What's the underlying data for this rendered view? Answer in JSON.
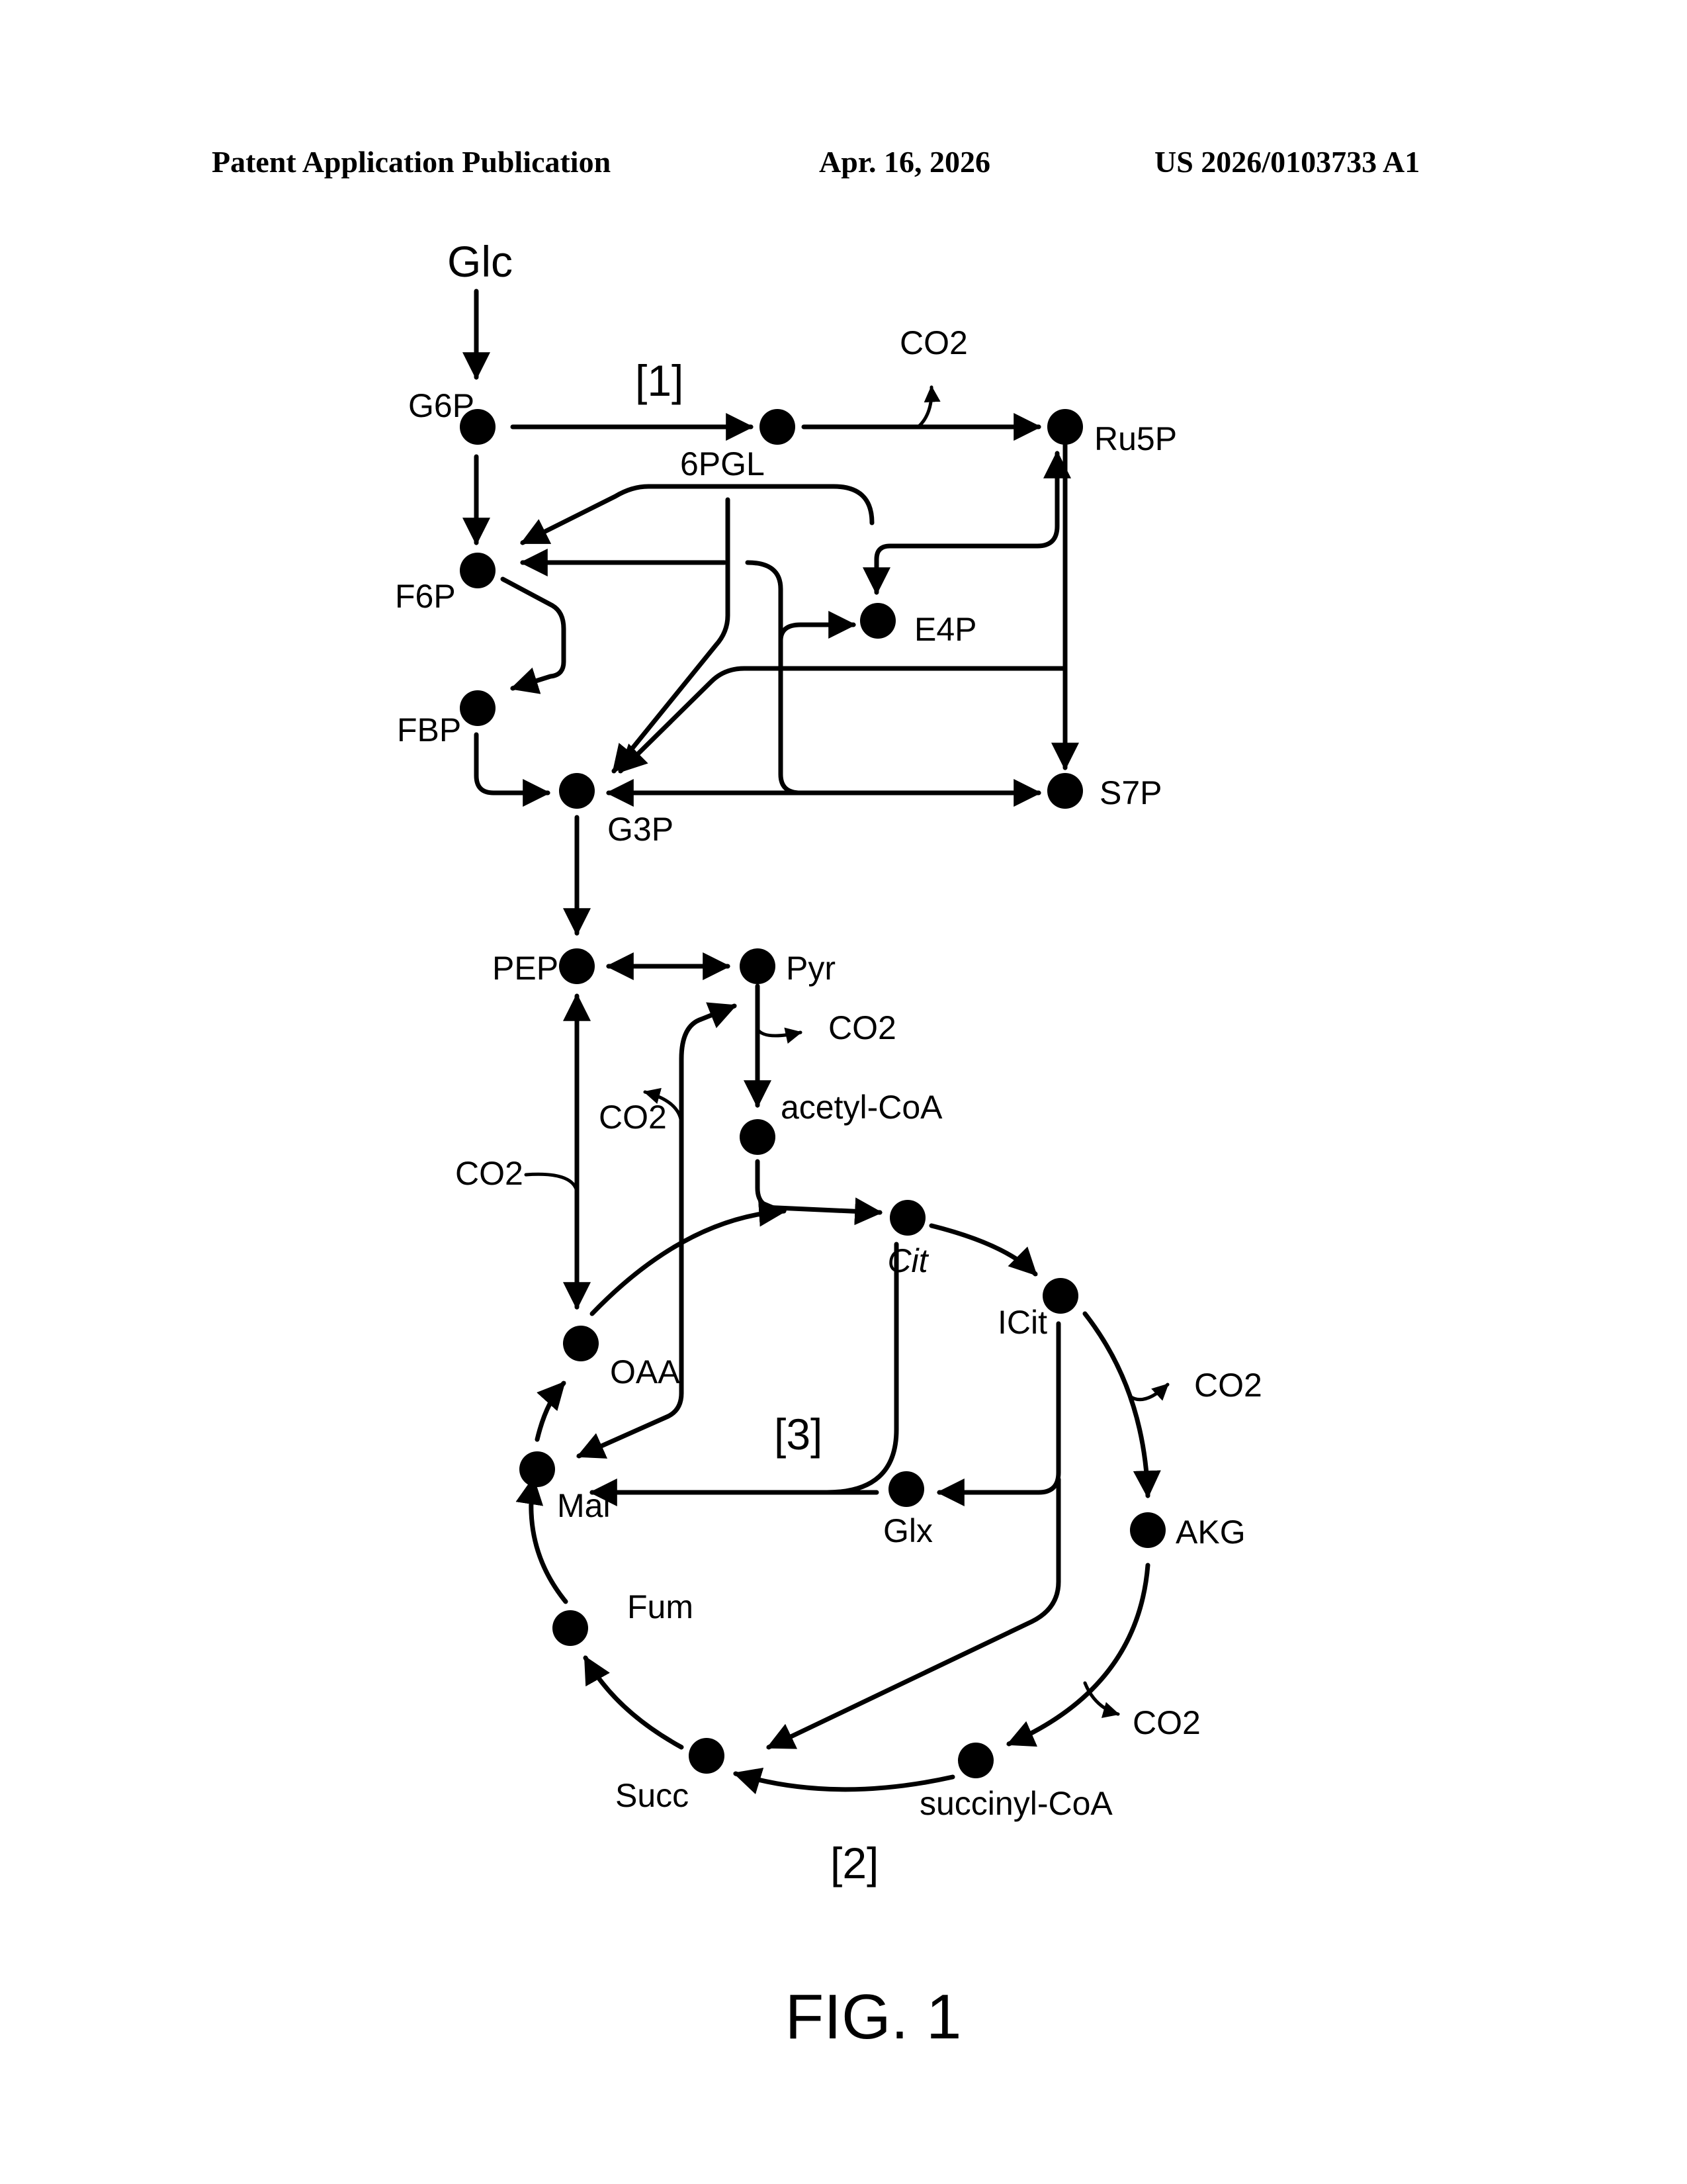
{
  "header": {
    "publication": "Patent Application Publication",
    "date": "Apr. 16, 2026",
    "number": "US 2026/0103733 A1"
  },
  "diagram": {
    "labels": {
      "glc": "Glc",
      "g6p": "G6P",
      "pgl": "6PGL",
      "ru5p": "Ru5P",
      "f6p": "F6P",
      "e4p": "E4P",
      "fbp": "FBP",
      "g3p": "G3P",
      "s7p": "S7P",
      "pep": "PEP",
      "pyr": "Pyr",
      "accoa": "acetyl-CoA",
      "cit": "Cit",
      "icit": "ICit",
      "oaa": "OAA",
      "mal": "Mal",
      "glx": "Glx",
      "akg": "AKG",
      "fum": "Fum",
      "succ": "Succ",
      "succoa": "succinyl-CoA",
      "co2_ppp": "CO2",
      "co2_pdh": "CO2",
      "co2_me": "CO2",
      "co2_ppc": "CO2",
      "co2_icd": "CO2",
      "co2_akgdh": "CO2",
      "ref1": "[1]",
      "ref2": "[2]",
      "ref3": "[3]"
    },
    "figure_label": "FIG. 1"
  }
}
